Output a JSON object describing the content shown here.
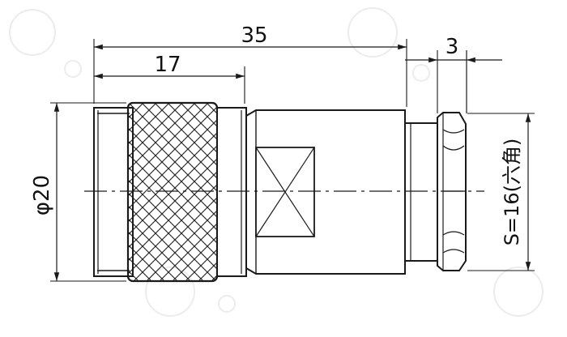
{
  "drawing": {
    "dim_overall_length": "35",
    "dim_knurl_length": "17",
    "dim_nut_width": "3",
    "dim_diameter": "φ20",
    "dim_hex": "S=16(六角)"
  },
  "colors": {
    "line": "#1a1a1a",
    "background": "#ffffff",
    "watermark": "#e9e9e9"
  }
}
